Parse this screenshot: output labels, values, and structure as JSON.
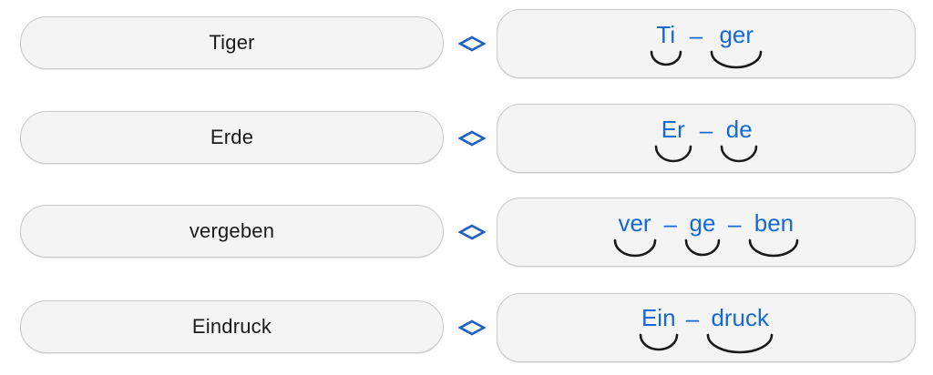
{
  "page": {
    "background_color": "#ffffff",
    "card_fill": "#f4f4f4",
    "card_border": "#c9c9c9",
    "word_text_color": "#1a1a1a",
    "syllable_text_color": "#1569d6",
    "arc_color": "#1a1a1a",
    "connector_color": "#1f5fbf",
    "connector_icon": "diamond-connector-icon",
    "separator": "–"
  },
  "rows": [
    {
      "word": "Tiger",
      "syllables": [
        "Ti",
        "ger"
      ],
      "separator": "–"
    },
    {
      "word": "Erde",
      "syllables": [
        "Er",
        "de"
      ],
      "separator": "–"
    },
    {
      "word": "vergeben",
      "syllables": [
        "ver",
        "ge",
        "ben"
      ],
      "separator": "–"
    },
    {
      "word": "Eindruck",
      "syllables": [
        "Ein",
        "druck"
      ],
      "separator": "–"
    }
  ]
}
